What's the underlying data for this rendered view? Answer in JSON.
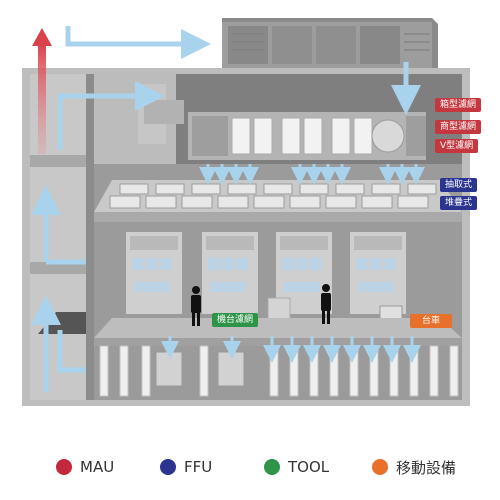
{
  "labels": {
    "box_filter": "箱型濾網",
    "commercial_filter": "商型濾網",
    "v_filter": "V型濾網",
    "extraction_type": "抽取式",
    "stacked_type": "堆疊式",
    "machine_filter": "機台濾網",
    "cart": "台車"
  },
  "legend": [
    {
      "label": "MAU",
      "color": "#c4283c"
    },
    {
      "label": "FFU",
      "color": "#2b3590"
    },
    {
      "label": "TOOL",
      "color": "#2e9447"
    },
    {
      "label": "移動設備",
      "color": "#e8702a"
    }
  ],
  "colors": {
    "mau": "#c4373f",
    "ffu": "#2b3590",
    "tool": "#2e9447",
    "mobile": "#e8702a",
    "structure": "#8a8a8a",
    "airflow": "#a9d3ec"
  }
}
